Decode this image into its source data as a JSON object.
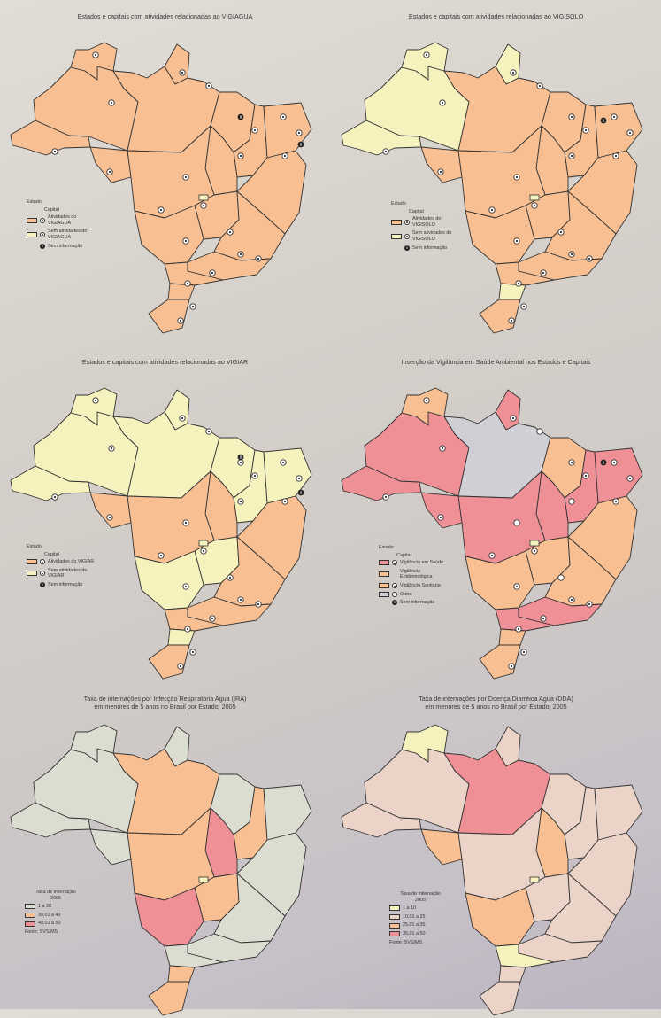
{
  "colors": {
    "orange": "#f7bf92",
    "yellow": "#f6f2bd",
    "pink": "#ef8f96",
    "gray": "#cfcfd5",
    "ira_gray": "#dcddd1",
    "dda_beige": "#ebd3c8",
    "border": "#333333"
  },
  "panels": [
    {
      "title": "Estados e capitais com atividades relacionadas ao VIGIAGUA",
      "legend_heading": "Estado",
      "legend_sub": "Capital",
      "legend_items": [
        {
          "label": "Atividades do VIGIAGUA",
          "color": "#f7bf92"
        },
        {
          "label": "Sem atividades do VIGIAGUA",
          "color": "#f6f2bd"
        }
      ],
      "no_info_label": "Sem informação"
    },
    {
      "title": "Estados e capitais com atividades relacionadas ao VIGISOLO",
      "legend_heading": "Estado",
      "legend_sub": "Capital",
      "legend_items": [
        {
          "label": "Atividades do VIGISOLO",
          "color": "#f7bf92"
        },
        {
          "label": "Sem atividades do VIGISOLO",
          "color": "#f6f2bd"
        }
      ],
      "no_info_label": "Sem informação"
    },
    {
      "title": "Estados e capitais com atividades relacionadas ao VIGIAR",
      "legend_heading": "Estado",
      "legend_sub": "Capital",
      "legend_items": [
        {
          "label": "Atividades do VIGIAR",
          "color": "#f7bf92"
        },
        {
          "label": "Sem atividades do VIGIAR",
          "color": "#f6f2bd"
        }
      ],
      "no_info_label": "Sem informação"
    },
    {
      "title": "Inserção da Vigilância em Saúde Ambiental nos Estados e Capitais",
      "legend_heading": "Estado",
      "legend_sub": "Capital",
      "legend_items": [
        {
          "label": "Vigilância em Saúde",
          "color": "#ef8f96"
        },
        {
          "label": "Vigilância Epidemiológica",
          "color": "#f7bf92"
        },
        {
          "label": "Vigilância Sanitária",
          "color": "#f7bf92"
        },
        {
          "label": "Outra",
          "color": "#cfcfd5"
        }
      ],
      "no_info_label": "Sem informação"
    },
    {
      "title": "Taxa de internações por Infecção Respiratória Agua (IRA)\nem menores de 5 anos no Brasil por Estado, 2005",
      "legend_heading": "Taxa de internação\n2005",
      "legend_items": [
        {
          "label": "1 a 30",
          "color": "#dcddd1"
        },
        {
          "label": "30,01 a 40",
          "color": "#f7bf92"
        },
        {
          "label": "40,01 a 50",
          "color": "#ef8f96"
        }
      ],
      "source": "Fonte: SVS/MS"
    },
    {
      "title": "Taxa de internações por Doença Diarréica Agua (DDA)\nem menores de 5 anos no Brasil por Estado, 2005",
      "legend_heading": "Taxa de internação\n2005",
      "legend_items": [
        {
          "label": "1 a 10",
          "color": "#f6f2bd"
        },
        {
          "label": "10,01 a 25",
          "color": "#ebd3c8"
        },
        {
          "label": "25,01 a 35",
          "color": "#f7bf92"
        },
        {
          "label": "35,01 a 50",
          "color": "#ef8f96"
        }
      ],
      "source": "Fonte: SVS/MS"
    }
  ],
  "state_fills": [
    {
      "AC": "orange",
      "AM": "orange",
      "RR": "orange",
      "AP": "orange",
      "PA": "orange",
      "MA": "orange",
      "PI": "orange",
      "NE": "orange",
      "BA": "orange",
      "TO": "orange",
      "RO": "orange",
      "MT": "orange",
      "GO": "orange",
      "MS": "orange",
      "MG": "orange",
      "SPES": "orange",
      "PR": "orange",
      "SC": "orange",
      "RS": "orange"
    },
    {
      "AC": "yellow",
      "AM": "yellow",
      "RR": "yellow",
      "AP": "yellow",
      "PA": "orange",
      "MA": "orange",
      "PI": "orange",
      "NE": "orange",
      "BA": "orange",
      "TO": "orange",
      "RO": "orange",
      "MT": "orange",
      "GO": "orange",
      "MS": "orange",
      "MG": "orange",
      "SPES": "orange",
      "PR": "orange",
      "SC": "yellow",
      "RS": "orange"
    },
    {
      "AC": "yellow",
      "AM": "yellow",
      "RR": "yellow",
      "AP": "yellow",
      "PA": "yellow",
      "MA": "yellow",
      "PI": "yellow",
      "NE": "yellow",
      "BA": "orange",
      "TO": "orange",
      "RO": "orange",
      "MT": "orange",
      "GO": "yellow",
      "MS": "yellow",
      "MG": "orange",
      "SPES": "orange",
      "PR": "orange",
      "SC": "yellow",
      "RS": "orange"
    },
    {
      "AC": "pink",
      "AM": "pink",
      "RR": "orange",
      "AP": "pink",
      "PA": "gray",
      "MA": "orange",
      "PI": "pink",
      "NE": "pink",
      "BA": "orange",
      "TO": "pink",
      "RO": "pink",
      "MT": "pink",
      "GO": "orange",
      "MS": "orange",
      "MG": "orange",
      "SPES": "pink",
      "PR": "pink",
      "SC": "orange",
      "RS": "orange"
    },
    {
      "AC": "ira_gray",
      "AM": "ira_gray",
      "RR": "ira_gray",
      "AP": "ira_gray",
      "PA": "orange",
      "MA": "ira_gray",
      "PI": "orange",
      "NE": "ira_gray",
      "BA": "ira_gray",
      "TO": "pink",
      "RO": "ira_gray",
      "MT": "orange",
      "GO": "orange",
      "MS": "pink",
      "MG": "ira_gray",
      "SPES": "ira_gray",
      "PR": "ira_gray",
      "SC": "orange",
      "RS": "orange"
    },
    {
      "AC": "dda_beige",
      "AM": "dda_beige",
      "RR": "yellow",
      "AP": "dda_beige",
      "PA": "pink",
      "MA": "dda_beige",
      "PI": "dda_beige",
      "NE": "dda_beige",
      "BA": "dda_beige",
      "TO": "orange",
      "RO": "orange",
      "MT": "dda_beige",
      "GO": "dda_beige",
      "MS": "orange",
      "MG": "dda_beige",
      "SPES": "dda_beige",
      "PR": "yellow",
      "SC": "dda_beige",
      "RS": "dda_beige"
    }
  ]
}
